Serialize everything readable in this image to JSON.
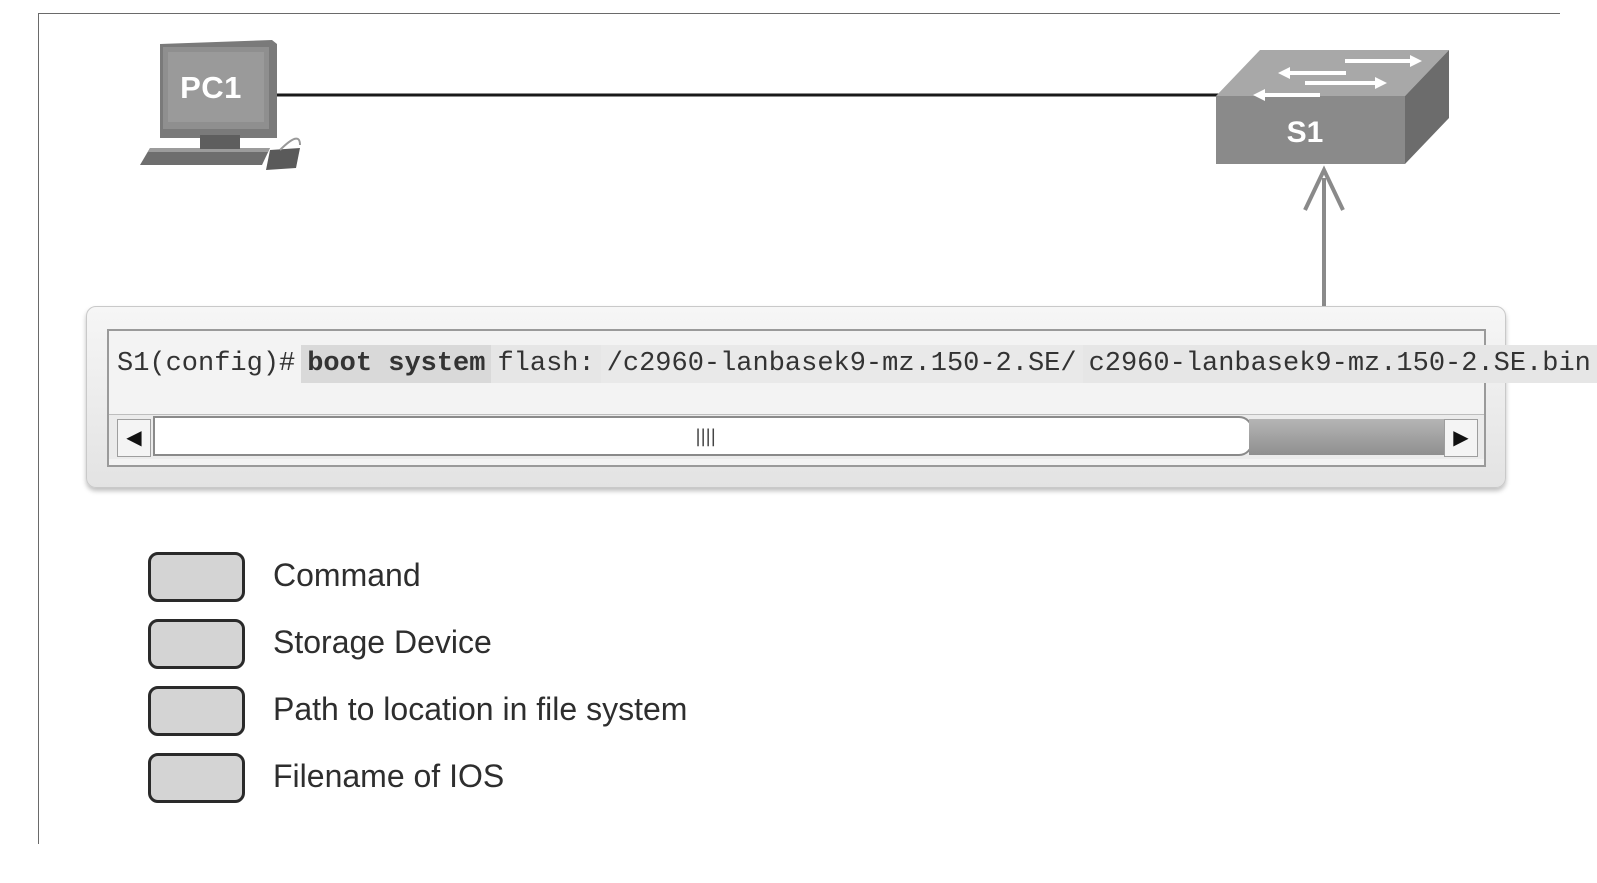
{
  "devices": {
    "pc": {
      "label": "PC1"
    },
    "switch": {
      "label": "S1"
    }
  },
  "cli": {
    "prompt": "S1(config)#",
    "command": "boot system",
    "storage_device": "flash:",
    "path": "/c2960-lanbasek9-mz.150-2.SE/",
    "filename": "c2960-lanbasek9-mz.150-2.SE.bin"
  },
  "legend": [
    {
      "label": "Command"
    },
    {
      "label": "Storage Device"
    },
    {
      "label": "Path to location in file system"
    },
    {
      "label": "Filename of IOS"
    }
  ],
  "colors": {
    "device_gray": "#8c8c8c",
    "swatch_fill": "#d4d4d4"
  }
}
